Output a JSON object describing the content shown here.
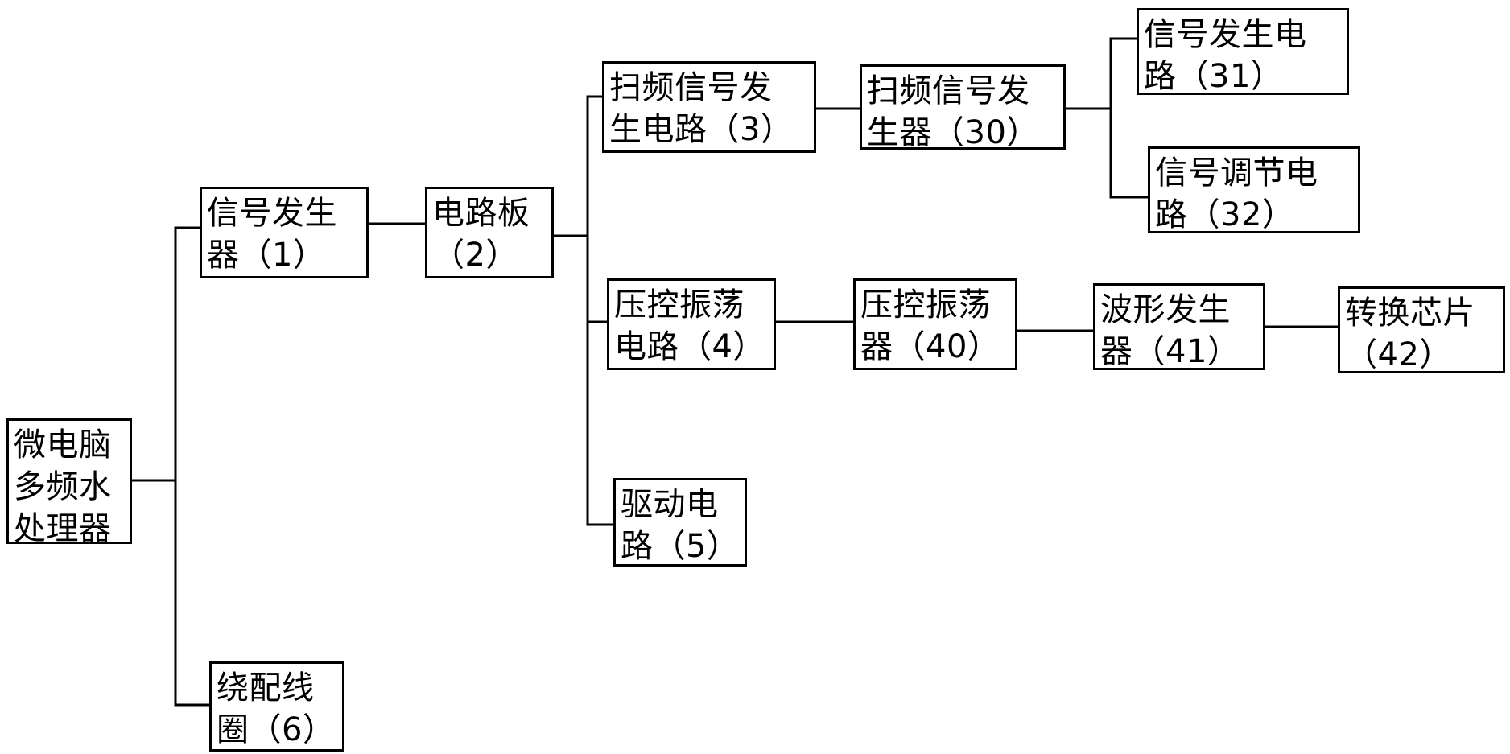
{
  "nodes": {
    "n0": {
      "lines": [
        "微电脑",
        "多频水",
        "处理器"
      ]
    },
    "n1": {
      "lines": [
        "信号发生",
        "器（1）"
      ]
    },
    "n2": {
      "lines": [
        "电路板",
        "（2）"
      ]
    },
    "n3": {
      "lines": [
        "扫频信号发",
        "生电路（3）"
      ]
    },
    "n30": {
      "lines": [
        "扫频信号发",
        "生器（30）"
      ]
    },
    "n31": {
      "lines": [
        "信号发生电",
        "路（31）"
      ]
    },
    "n32": {
      "lines": [
        "信号调节电",
        "路（32）"
      ]
    },
    "n4": {
      "lines": [
        "压控振荡",
        "电路（4）"
      ]
    },
    "n40": {
      "lines": [
        "压控振荡",
        "器（40）"
      ]
    },
    "n41": {
      "lines": [
        "波形发生",
        "器（41）"
      ]
    },
    "n42": {
      "lines": [
        "转换芯片",
        "（42）"
      ]
    },
    "n5": {
      "lines": [
        "驱动电",
        "路（5）"
      ]
    },
    "n6": {
      "lines": [
        "绕配线",
        "圈（6）"
      ]
    }
  },
  "edges": [
    [
      "n0",
      "n1"
    ],
    [
      "n0",
      "n6"
    ],
    [
      "n1",
      "n2"
    ],
    [
      "n2",
      "n3"
    ],
    [
      "n2",
      "n4"
    ],
    [
      "n2",
      "n5"
    ],
    [
      "n3",
      "n30"
    ],
    [
      "n30",
      "n31"
    ],
    [
      "n30",
      "n32"
    ],
    [
      "n4",
      "n40"
    ],
    [
      "n40",
      "n41"
    ],
    [
      "n41",
      "n42"
    ]
  ]
}
